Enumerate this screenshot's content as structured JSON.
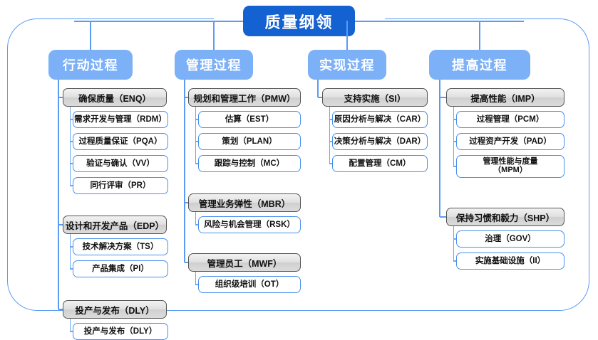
{
  "diagram": {
    "root": {
      "label": "质量纲领"
    },
    "columns": [
      {
        "id": "action",
        "header": "行动过程",
        "groups": [
          {
            "label": "确保质量（ENQ）",
            "leaves": [
              "需求开发与管理（RDM）",
              "过程质量保证（PQA）",
              "验证与确认（VV）",
              "同行评审（PR）"
            ]
          },
          {
            "label": "设计和开发产品（EDP）",
            "leaves": [
              "技术解决方案（TS）",
              "产品集成（PI）"
            ]
          },
          {
            "label": "投产与发布（DLY）",
            "leaves": [
              "投产与发布（DLY）"
            ]
          }
        ]
      },
      {
        "id": "manage",
        "header": "管理过程",
        "groups": [
          {
            "label": "规划和管理工作（PMW）",
            "leaves": [
              "估算（EST）",
              "策划（PLAN）",
              "跟踪与控制（MC）"
            ]
          },
          {
            "label": "管理业务弹性（MBR）",
            "leaves": [
              "风险与机会管理（RSK）"
            ]
          },
          {
            "label": "管理员工（MWF）",
            "leaves": [
              "组织级培训（OT）"
            ]
          }
        ]
      },
      {
        "id": "realize",
        "header": "实现过程",
        "groups": [
          {
            "label": "支持实施（SI）",
            "leaves": [
              "原因分析与解决（CAR）",
              "决策分析与解决（DAR）",
              "配置管理（CM）"
            ]
          }
        ]
      },
      {
        "id": "improve",
        "header": "提高过程",
        "groups": [
          {
            "label": "提高性能（IMP）",
            "leaves": [
              "过程管理（PCM）",
              "过程资产开发（PAD）",
              "管理性能与度量\n（MPM）"
            ]
          },
          {
            "label": "保持习惯和毅力（SHP）",
            "leaves": [
              "治理（GOV）",
              "实施基础设施（II）"
            ]
          }
        ]
      }
    ],
    "colors": {
      "root_bg": "#1461d2",
      "header_bg": "#7cb0f7",
      "frame_border": "#5b9bf5",
      "group_border": "#555555",
      "leaf_border": "#4a90ea",
      "connector": "#5b9bf5",
      "text_light": "#ffffff",
      "text_dark": "#111111"
    }
  }
}
